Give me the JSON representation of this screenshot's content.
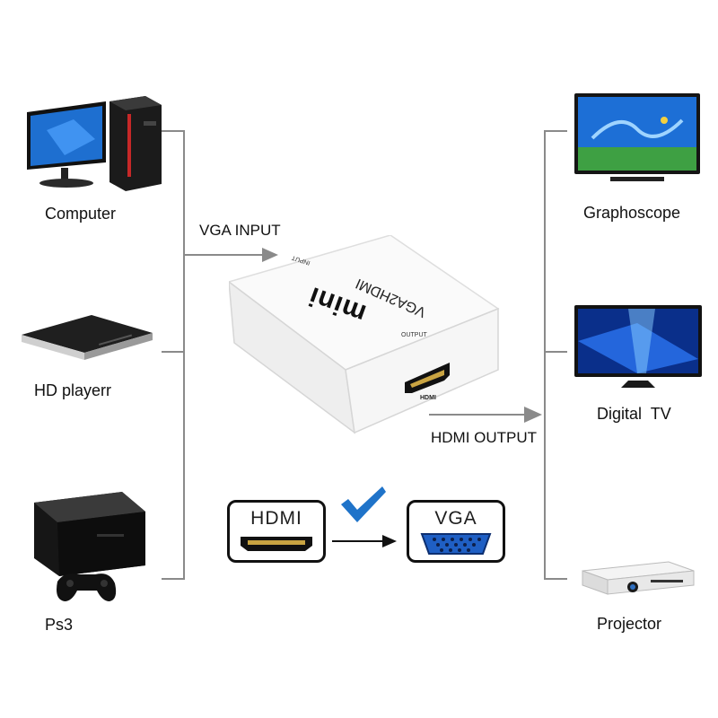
{
  "sources": [
    {
      "label": "Computer",
      "icon": "computer-icon"
    },
    {
      "label": "HD playerr",
      "icon": "hd-player-icon"
    },
    {
      "label": "Ps3",
      "icon": "ps3-console-icon"
    }
  ],
  "outputs": [
    {
      "label": "Graphoscope",
      "icon": "flat-screen-tv-icon"
    },
    {
      "label": "Digital  TV",
      "icon": "digital-tv-icon"
    },
    {
      "label": "Projector",
      "icon": "projector-icon"
    }
  ],
  "flow": {
    "input_label": "VGA INPUT",
    "output_label": "HDMI OUTPUT"
  },
  "adapter": {
    "brand": "mini",
    "model": "VGA2HDMI",
    "input_tag": "INPUT",
    "output_tag": "OUTPUT",
    "port_tag": "HDMI"
  },
  "conversion": {
    "from": "HDMI",
    "to": "VGA",
    "check_color": "#1f73c9"
  }
}
